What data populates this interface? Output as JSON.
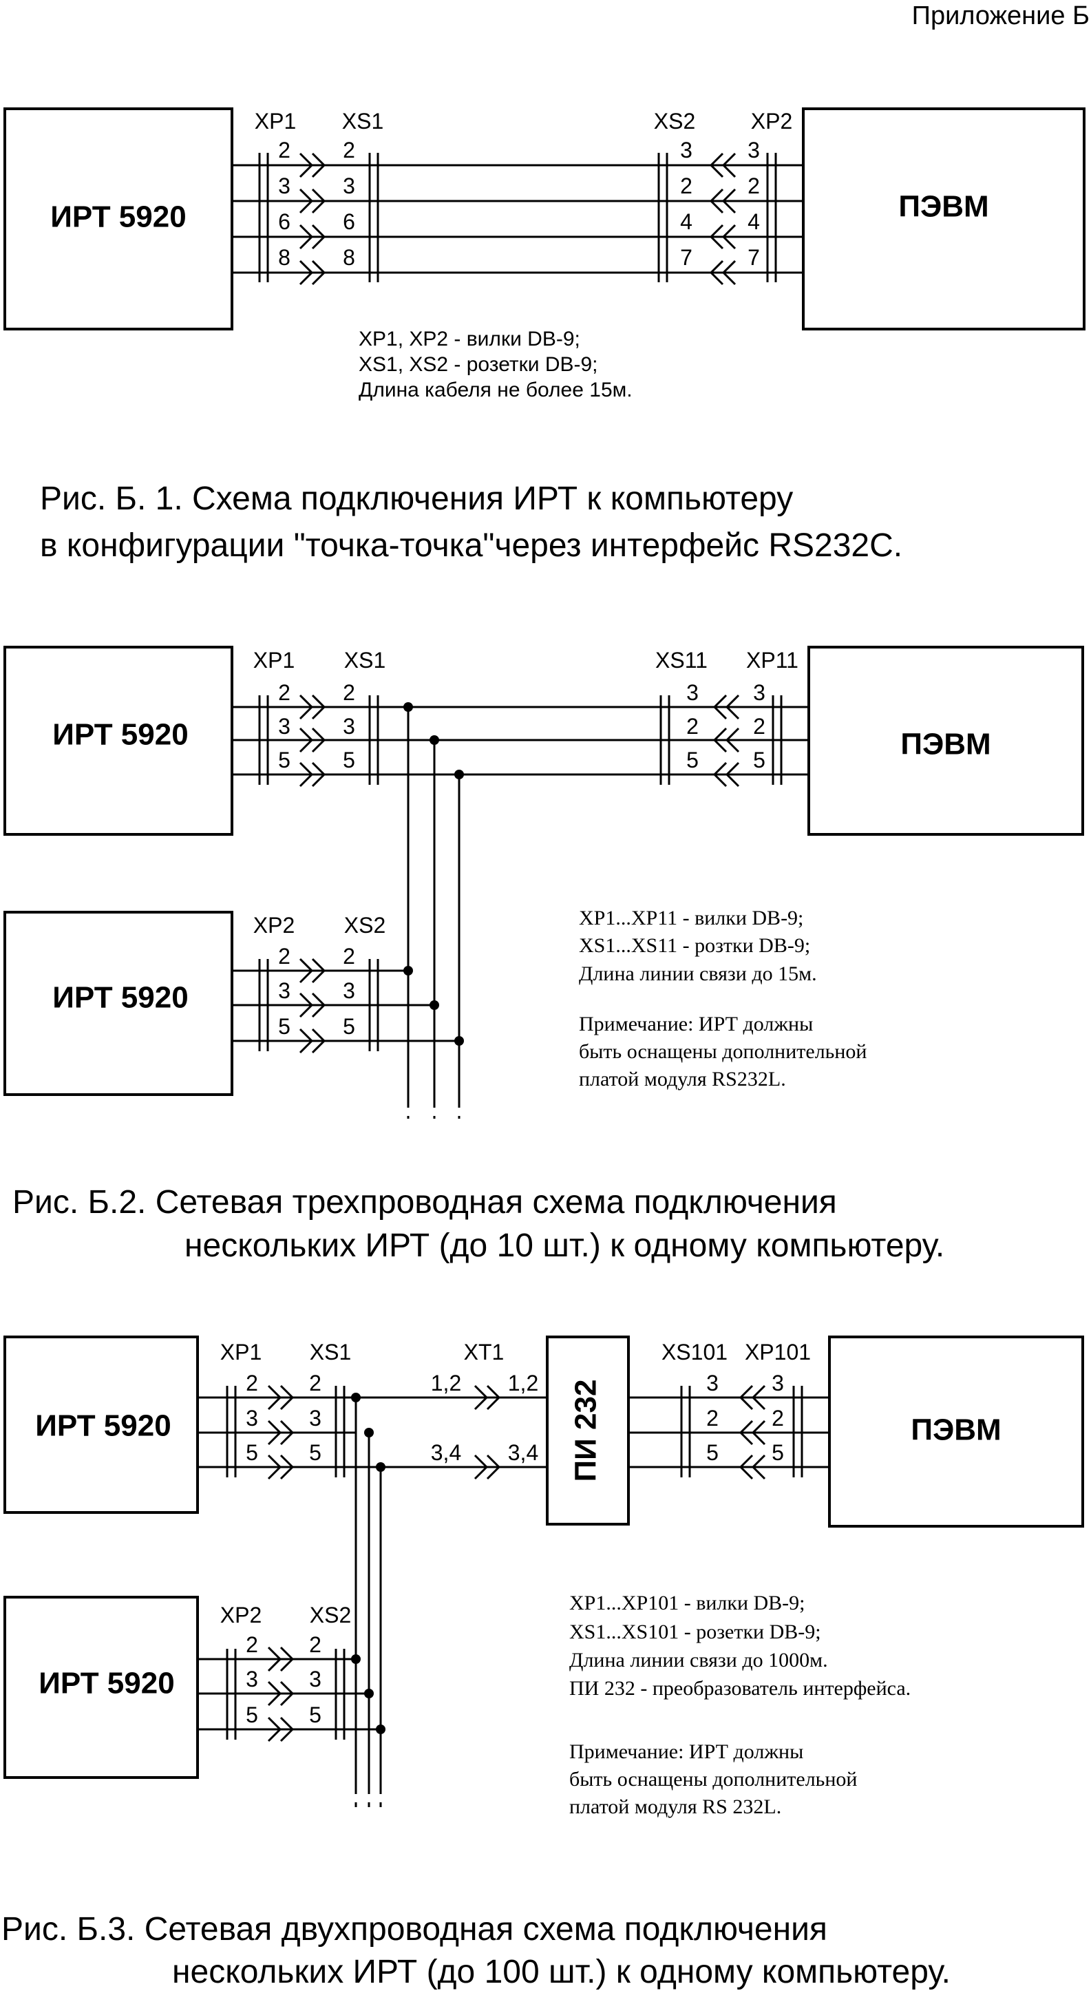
{
  "header": {
    "appendix_label": "Приложение Б"
  },
  "figures": [
    {
      "id": "fig1",
      "caption_lines": [
        "Рис. Б. 1. Схема подключения ИРТ к компьютеру",
        "в конфигурации \"точка-точка\"через интерфейс RS232C."
      ],
      "device_labels": [
        "ИРТ 5920",
        "ПЭВМ"
      ],
      "connector_labels": [
        "XP1",
        "XS1",
        "XS2",
        "XP2"
      ],
      "left_pins": [
        "2",
        "3",
        "6",
        "8"
      ],
      "right_pins": [
        "3",
        "2",
        "4",
        "7"
      ],
      "note_lines": [
        "XP1, XP2 - вилки DB-9;",
        "XS1, XS2 - розетки DB-9;",
        "Длина кабеля не более 15м."
      ]
    },
    {
      "id": "fig2",
      "caption_lines": [
        "Рис. Б.2.  Сетевая трехпроводная схема подключения",
        "нескольких ИРТ (до 10 шт.) к одному компьютеру."
      ],
      "device_labels": [
        "ИРТ 5920",
        "ИРТ 5920",
        "ПЭВМ"
      ],
      "connector_labels": [
        "XP1",
        "XS1",
        "XS11",
        "XP11",
        "XP2",
        "XS2"
      ],
      "left_pins": [
        "2",
        "3",
        "5"
      ],
      "right_pins": [
        "3",
        "2",
        "5"
      ],
      "note_lines": [
        "XP1...XP11 - вилки DB-9;",
        "XS1...XS11 - розтки DB-9;",
        "Длина линии связи до 15м."
      ],
      "remark_lines": [
        "Примечание: ИРТ должны",
        "быть оснащены дополнительной",
        "платой модуля RS232L."
      ]
    },
    {
      "id": "fig3",
      "caption_lines": [
        "Рис. Б.3.  Сетевая двухпроводная схема подключения",
        "нескольких ИРТ (до 100 шт.) к одному компьютеру."
      ],
      "device_labels": [
        "ИРТ 5920",
        "ИРТ 5920",
        "ПИ 232",
        "ПЭВМ"
      ],
      "connector_labels": [
        "XP1",
        "XS1",
        "XT1",
        "XS101",
        "XP101",
        "XP2",
        "XS2"
      ],
      "left_pins": [
        "2",
        "3",
        "5"
      ],
      "xt_pins": [
        "1,2",
        "3,4"
      ],
      "right_pins": [
        "3",
        "2",
        "5"
      ],
      "note_lines": [
        "XP1...XP101 - вилки DB-9;",
        "XS1...XS101 - розетки DB-9;",
        "Длина линии связи до 1000м.",
        "ПИ 232 - преобразователь интерфейса."
      ],
      "remark_lines": [
        "Примечание: ИРТ должны",
        "быть оснащены дополнительной",
        "платой модуля RS 232L."
      ]
    }
  ]
}
